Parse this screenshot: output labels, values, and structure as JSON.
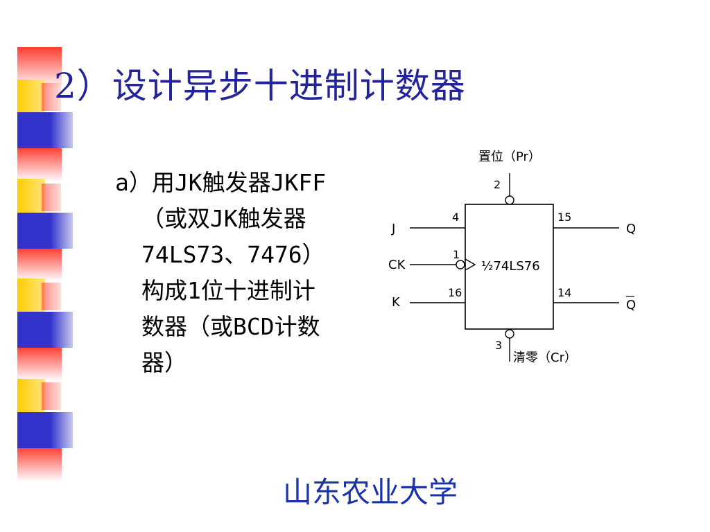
{
  "slide": {
    "title": "2）设计异步十进制计数器",
    "body_lines": [
      "a）用JK触发器JKFF",
      "（或双JK触发器",
      "74LS73、7476）",
      "构成1位十进制计",
      "数器（或BCD计数",
      "器）"
    ],
    "footer": "山东农业大学"
  },
  "circuit": {
    "chip_label": "½74LS76",
    "preset_label": "置位（Pr）",
    "clear_label": "清零（Cr）",
    "pins": {
      "preset": "2",
      "j": "4",
      "clock": "1",
      "k": "16",
      "q": "15",
      "qbar": "14",
      "clear": "3"
    },
    "signals": {
      "j": "J",
      "clock": "CK",
      "k": "K",
      "q": "Q",
      "qbar": "Q"
    }
  },
  "colors": {
    "title": "#24249a",
    "footer": "#1a33aa",
    "deco_blue": "#3333cc",
    "deco_yellow": "#ffcc00",
    "deco_red": "#ff4433"
  }
}
